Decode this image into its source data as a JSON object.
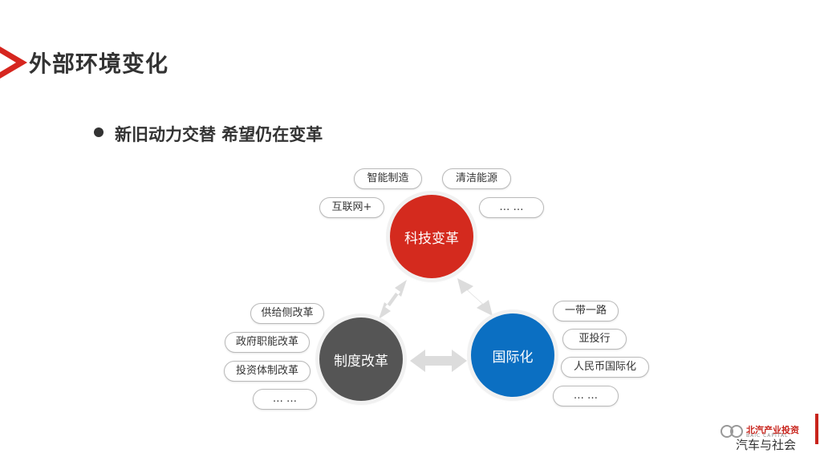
{
  "header": {
    "title": "外部环境变化",
    "accent_color": "#d6261f"
  },
  "bullet": {
    "text": "新旧动力交替 希望仍在变革"
  },
  "diagram": {
    "hubs": [
      {
        "label": "科技变革",
        "color": "#d42a1e"
      },
      {
        "label": "国际化",
        "color": "#0b6fc2"
      },
      {
        "label": "制度改革",
        "color": "#555555"
      }
    ],
    "tech_items": [
      "智能制造",
      "清洁能源",
      "互联网+",
      "… …"
    ],
    "intl_items": [
      "一带一路",
      "亚投行",
      "人民币国际化",
      "… …"
    ],
    "system_items": [
      "供给侧改革",
      "政府职能改革",
      "投资体制改革",
      "… …"
    ],
    "arrow_color": "#dcdcdc"
  },
  "footer": {
    "logo_text": "北汽产业投资",
    "logo_sub": "BAIC CAPITAL",
    "watermark": "汽车与社会"
  }
}
